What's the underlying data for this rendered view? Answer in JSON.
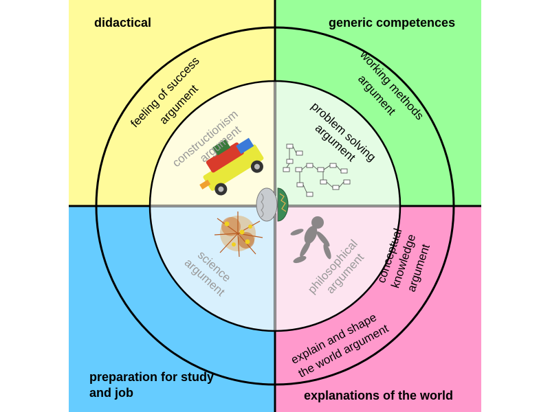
{
  "colors": {
    "top_left": "#fffb9a",
    "top_right": "#99ff99",
    "bottom_left": "#66ccff",
    "bottom_right": "#ff99cc"
  },
  "quadrants": {
    "top_left": {
      "label": "didactical"
    },
    "top_right": {
      "label": "generic competences"
    },
    "bottom_left": {
      "label_line1": "preparation for study",
      "label_line2": "and job"
    },
    "bottom_right": {
      "label": "explanations of the world"
    }
  },
  "outer_ring": {
    "top_left": {
      "line1": "feeling of success",
      "line2": "argument"
    },
    "top_right": {
      "line1": "working methods",
      "line2": "argument"
    },
    "bottom_right_a": {
      "line1": "conceptual",
      "line2": "knowledge",
      "line3": "argument"
    },
    "bottom_right_b": {
      "line1": "explain and shape",
      "line2": "the world argument"
    }
  },
  "inner_circle": {
    "top_left": {
      "line1": "constructionism",
      "line2": "argument"
    },
    "top_right": {
      "line1": "problem solving",
      "line2": "argument"
    },
    "bottom_left": {
      "line1": "science",
      "line2": "argument"
    },
    "bottom_right": {
      "line1": "philosophical",
      "line2": "argument"
    }
  },
  "icons": {
    "robot": "lego-robot-icon",
    "flowchart": "flowchart-icon",
    "brain": "brain-icon",
    "molecule": "molecule-icon",
    "figure": "dancing-figure-icon"
  }
}
